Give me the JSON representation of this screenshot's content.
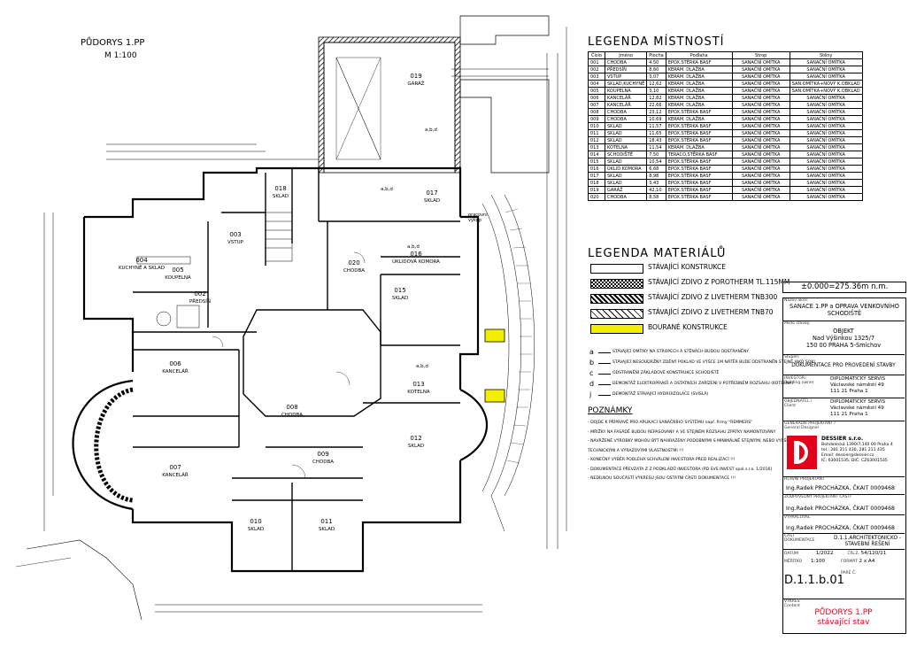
{
  "plan": {
    "title": "PŮDORYS 1.PP",
    "scale": "M 1:100",
    "rooms": [
      {
        "num": "019",
        "name": "GARÁŽ"
      },
      {
        "num": "018",
        "name": "SKLAD"
      },
      {
        "num": "017",
        "name": "SKLAD"
      },
      {
        "num": "003",
        "name": "VSTUP"
      },
      {
        "num": "004",
        "name": "KUCHYNĚ A SKLAD"
      },
      {
        "num": "005",
        "name": "KOUPELNA"
      },
      {
        "num": "002",
        "name": "PŘEDSÍŇ"
      },
      {
        "num": "020",
        "name": "CHODBA"
      },
      {
        "num": "016",
        "name": "ÚKLIDOVÁ KOMORA"
      },
      {
        "num": "015",
        "name": "SKLAD"
      },
      {
        "num": "006",
        "name": "KANCELÁŘ"
      },
      {
        "num": "008",
        "name": "CHODBA"
      },
      {
        "num": "013",
        "name": "KOTELNA"
      },
      {
        "num": "012",
        "name": "SKLAD"
      },
      {
        "num": "009",
        "name": "CHODBA"
      },
      {
        "num": "007",
        "name": "KANCELÁŘ"
      },
      {
        "num": "010",
        "name": "SKLAD"
      },
      {
        "num": "011",
        "name": "SKLAD"
      }
    ],
    "notes_abd": "a,b,d",
    "pracovni_vykop": "pracovní výkop"
  },
  "room_legend": {
    "title": "LEGENDA MÍSTNOSTÍ",
    "headers": [
      "Číslo",
      "Jméno",
      "Plocha",
      "Podlaha",
      "Strop",
      "Stěny"
    ],
    "rows": [
      [
        "001",
        "CHODBA",
        "4,50",
        "EPOX.STĚRKA BASF",
        "SANAČNÍ OMÍTKA",
        "SANAČNÍ OMÍTKA"
      ],
      [
        "002",
        "PŘEDSÍŇ",
        "8,60",
        "KERAM. DLAŽBA",
        "SANAČNÍ OMÍTKA",
        "SANAČNÍ OMÍTKA"
      ],
      [
        "003",
        "VSTUP",
        "3,07",
        "KERAM. DLAŽBA",
        "SANAČNÍ OMÍTKA",
        "SANAČNÍ OMÍTKA"
      ],
      [
        "004",
        "SKLAD,KUCHYNĚ",
        "12,62",
        "KERAM. DLAŽBA",
        "SANAČNÍ OMÍTKA",
        "SAN.OMÍTKA+NOVÝ K.OBKLAD"
      ],
      [
        "005",
        "KOUPELNA",
        "3,10",
        "KERAM. DLAŽBA",
        "SANAČNÍ OMÍTKA",
        "SAN.OMÍTKA+NOVÝ K.OBKLAD"
      ],
      [
        "006",
        "KANCELÁŘ",
        "12,82",
        "KERAM. DLAŽBA",
        "SANAČNÍ OMÍTKA",
        "SANAČNÍ OMÍTKA"
      ],
      [
        "007",
        "KANCELÁŘ",
        "22,66",
        "KERAM. DLAŽBA",
        "SANAČNÍ OMÍTKA",
        "SANAČNÍ OMÍTKA"
      ],
      [
        "008",
        "CHODBA",
        "23,12",
        "EPOX.STĚRKA BASF",
        "SANAČNÍ OMÍTKA",
        "SANAČNÍ OMÍTKA"
      ],
      [
        "009",
        "CHODBA",
        "10,69",
        "KERAM. DLAŽBA",
        "SANAČNÍ OMÍTKA",
        "SANAČNÍ OMÍTKA"
      ],
      [
        "010",
        "SKLAD",
        "11,57",
        "EPOX.STĚRKA BASF",
        "SANAČNÍ OMÍTKA",
        "SANAČNÍ OMÍTKA"
      ],
      [
        "011",
        "SKLAD",
        "11,65",
        "EPOX.STĚRKA BASF",
        "SANAČNÍ OMÍTKA",
        "SANAČNÍ OMÍTKA"
      ],
      [
        "012",
        "SKLAD",
        "18,43",
        "EPOX.STĚRKA BASF",
        "SANAČNÍ OMÍTKA",
        "SANAČNÍ OMÍTKA"
      ],
      [
        "013",
        "KOTELNA",
        "11,54",
        "KERAM. DLAŽBA",
        "SANAČNÍ OMÍTKA",
        "SANAČNÍ OMÍTKA"
      ],
      [
        "014",
        "SCHODIŠTĚ",
        "7,50",
        "TERACO,STĚRKA BASF",
        "SANAČNÍ OMÍTKA",
        "SANAČNÍ OMÍTKA"
      ],
      [
        "015",
        "SKLAD",
        "10,54",
        "EPOX.STĚRKA BASF",
        "SANAČNÍ OMÍTKA",
        "SANAČNÍ OMÍTKA"
      ],
      [
        "016",
        "ÚKLID.KOMORA",
        "6,68",
        "EPOX.STĚRKA BASF",
        "SANAČNÍ OMÍTKA",
        "SANAČNÍ OMÍTKA"
      ],
      [
        "017",
        "SKLAD",
        "8,98",
        "EPOX.STĚRKA BASF",
        "SANAČNÍ OMÍTKA",
        "SANAČNÍ OMÍTKA"
      ],
      [
        "018",
        "SKLAD",
        "3,43",
        "EPOX.STĚRKA BASF",
        "SANAČNÍ OMÍTKA",
        "SANAČNÍ OMÍTKA"
      ],
      [
        "019",
        "GARÁŽ",
        "42,10",
        "EPOX.STĚRKA BASF",
        "SANAČNÍ OMÍTKA",
        "SANAČNÍ OMÍTKA"
      ],
      [
        "020",
        "CHODBA",
        "8,58",
        "EPOX.STĚRKA BASF",
        "SANAČNÍ OMÍTKA",
        "SANAČNÍ OMÍTKA"
      ]
    ]
  },
  "material_legend": {
    "title": "LEGENDA MATERIÁLŮ",
    "items": [
      {
        "label": "STÁVAJÍCÍ KONSTRUKCE",
        "pattern": "blank"
      },
      {
        "label": "STÁVAJÍCÍ ZDIVO Z POROTHERM TL.115MM",
        "pattern": "checker"
      },
      {
        "label": "STÁVAJÍCÍ ZDIVO Z LIVETHERM TNB300",
        "pattern": "hatch-dense"
      },
      {
        "label": "STÁVAJÍCÍ ZDIVO Z LIVETHERM TNB70",
        "pattern": "hatch-light"
      },
      {
        "label": "BOURANÉ KONSTRUKCE",
        "pattern": "yellow"
      }
    ],
    "colors": {
      "demolished": "#f2ee00"
    }
  },
  "markers": [
    {
      "letter": "a",
      "text": "STÁVAJÍCÍ OMÍTKY NA STROPECH A STĚNÁCH BUDOU ODSTRANĚNY"
    },
    {
      "letter": "b",
      "text": "STÁVAJÍCÍ NESOUDRŽNÝ ZDĚNÝ POKLAD VE VÝŠCE 1M NÁTĚR BUDE ODSTRANĚN STEJNĚ JAKO SOKL"
    },
    {
      "letter": "c",
      "text": "ODSTRANĚNÍ ZÁKLADOVÉ KONSTRUKCE SCHODIŠTĚ"
    },
    {
      "letter": "d",
      "text": "DEMONTÁŽ ELEKTROPRVKŮ A OSTATNÍCH ZAŘÍZENÍ V POTŘEBNÉM ROZSAHU (KOTELNA)"
    },
    {
      "letter": "j",
      "text": "DEMONTÁŽ STÁVAJÍCÍ HYDROIZOLACE (SVISLÁ)"
    }
  ],
  "notes": {
    "title": "POZNÁMKY",
    "items": [
      "- DOJDE K PŘÍPRAVĚ PRO APLIKACI SANAČNÍHO SYSTÉMU např. firmy \"REMMERS\"",
      "- MŘÍŽKY NA FASÁDĚ BUDOU REPASOVANY A VE STEJNÉM ROZSAHU ZPÁTKY NAMONTOVÁNY",
      "- NAVRŽENÉ VÝROBKY MOHOU BÝT NAHRAZENY PODOBNÝMI S MINIMÁLNĚ STEJNÝMI, NEBO VYŠŠÍMI",
      "  TECHNICKÝMI A VÝRAZOVÝMI VLASTNOSTMI !!!",
      "- KONEČNÝ VÝBĚR PODLÉHÁ SCHVÁLENÍ INVESTORA PŘED REALIZACÍ !!!",
      "- DOKUMENTACE PŘEVZATA Z Z PODKLADŮ INVESTORA (PD SVS INVEST spol.s.r.o. 1/2016)",
      "- NEDÍLNOU SOUČÁSTÍ VÝKRESU JSOU OSTATNÍ ČÁSTI DOKUMENTACE !!!"
    ]
  },
  "title_block": {
    "elevation": "±0.000=275.36m n.m.",
    "akce_label": "Název akce:",
    "akce": "SANACE 1.PP a OPRAVA VENKOVNÍHO SCHODIŠTĚ",
    "misto_label": "Místo stavby:",
    "objekt": "OBJEKT",
    "address1": "Nad Výšinkou 1325/7",
    "address2": "150 00 PRAHA 5-Smíchov",
    "stupen_label": "Stupeň:",
    "stupen": "DOKUMENTACE PRO PROVEDENÍ STAVBY",
    "investor_label": "INVESTOR/ Building owner",
    "investor": [
      "DIPLOMATICKÝ SERVIS",
      "Václavské náměstí 49",
      "111 21 Praha 1"
    ],
    "objednatel_label": "OBJEDNATEL / Client",
    "objednatel": [
      "DIPLOMATICKÝ SERVIS",
      "Václavské náměstí 49",
      "111 21 Praha 1"
    ],
    "projektant_label": "GENERÁLNÍ PROJEKTANT / General Designer",
    "company": "DESSIER s.r.o.",
    "company_lines": [
      "Bohdalecká 1390/7,140 00 Praha 4",
      "tel.: 281 211 430, 281 211 435",
      "Email: dessier@dessier.cz",
      "IČ: 63001535, DIČ: CZ63001535"
    ],
    "hip_label": "HLAVNÍ PROJEKTANT",
    "hip": "Ing.Radek PROCHÁZKA, ČKAIT 0009468",
    "zodp_label": "ZODPOVĚDNÝ PROJEKTANT ČÁSTI",
    "zodp": "Ing.Radek PROCHÁZKA, ČKAIT 0009468",
    "vypracoval_label": "VYPRACOVAL",
    "vypracoval": "Ing.Radek PROCHÁZKA, ČKAIT 0009468",
    "cast_label": "ČÁST DOKUMENTACE",
    "cast": "D.1.1.ARCHITEKTONICKO -STAVEBNÍ ŘEŠENÍ",
    "datum_label": "DATUM",
    "datum": "1/2022",
    "zakazka_label": "ČÍS.Z.",
    "zakazka": "54/120/21",
    "meritko_label": "MĚŘÍTKO",
    "meritko": "1:100",
    "formaty_label": "FORMÁT",
    "formaty": "2 x A4",
    "cislo_vykresu": "D.1.1.b.01",
    "pare_label": "PARÉ Č.",
    "obsah_label": "VÝKRES Content",
    "obsah1": "PŮDORYS 1.PP",
    "obsah2": "stávající stav"
  }
}
